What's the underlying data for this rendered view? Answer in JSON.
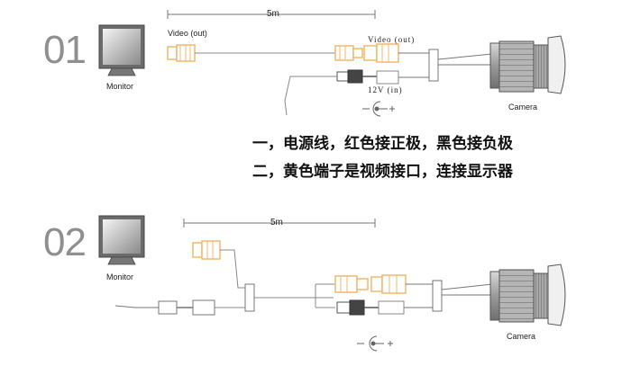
{
  "diagram1": {
    "step": "01",
    "monitor_label": "Monitor",
    "dimension": "5m",
    "video_out_left": "Video (out)",
    "video_out_right": "Video (out)",
    "power_label": "12V (in)",
    "camera_label": "Camera"
  },
  "notes": [
    "一，电源线，红色接正极，黑色接负极",
    "二，黄色端子是视频接口，连接显示器"
  ],
  "diagram2": {
    "step": "02",
    "monitor_label": "Monitor",
    "dimension": "5m",
    "camera_label": "Camera"
  },
  "colors": {
    "rca_yellow": "#f2b86b",
    "line": "#7a7a7a",
    "step_gray": "#8f8f8f"
  }
}
